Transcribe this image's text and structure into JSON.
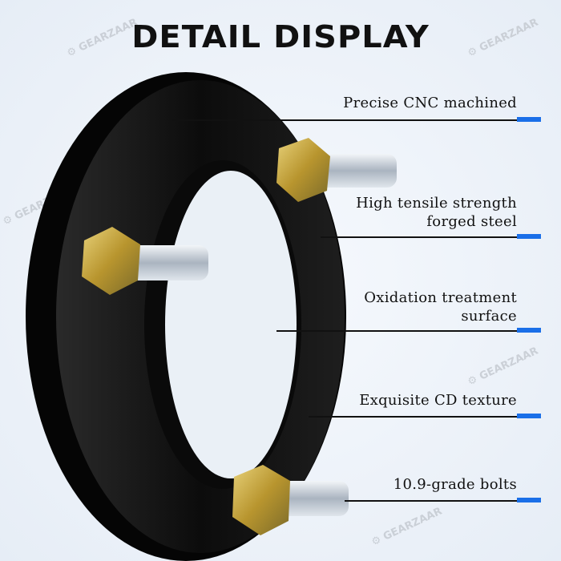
{
  "title": "DETAIL DISPLAY",
  "watermark": "GEARZAAR",
  "accent_color": "#1a6fe8",
  "callouts": [
    {
      "lines": [
        "Precise CNC machined"
      ]
    },
    {
      "lines": [
        "High tensile strength",
        "forged steel"
      ]
    },
    {
      "lines": [
        "Oxidation treatment",
        "surface"
      ]
    },
    {
      "lines": [
        "Exquisite CD texture"
      ]
    },
    {
      "lines": [
        "10.9-grade bolts"
      ]
    }
  ]
}
